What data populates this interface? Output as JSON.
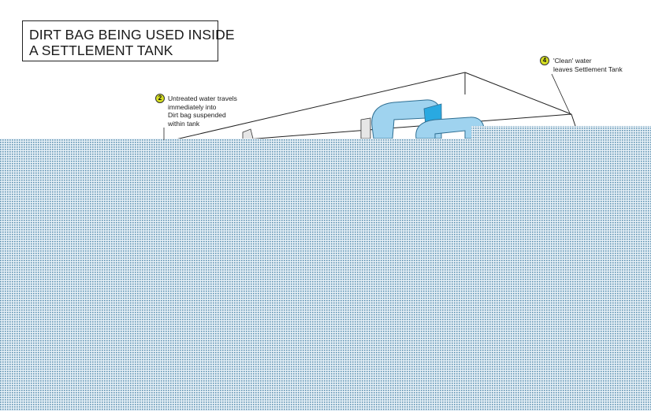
{
  "title": {
    "line1": "DIRT BAG BEING USED INSIDE",
    "line2": "A SETTLEMENT TANK"
  },
  "callouts": [
    {
      "step": "2",
      "lines": [
        "Untreated water travels",
        "immediately into",
        "Dirt bag suspended",
        "within tank"
      ]
    },
    {
      "step": "4",
      "lines": [
        "'Clean' water",
        "leaves Settlement Tank"
      ]
    }
  ],
  "colors": {
    "step_badge": "#d6df22",
    "hose_light": "#9fd3ef",
    "hose_dark": "#29a9e1",
    "water_pattern": "#6a9ab5"
  }
}
